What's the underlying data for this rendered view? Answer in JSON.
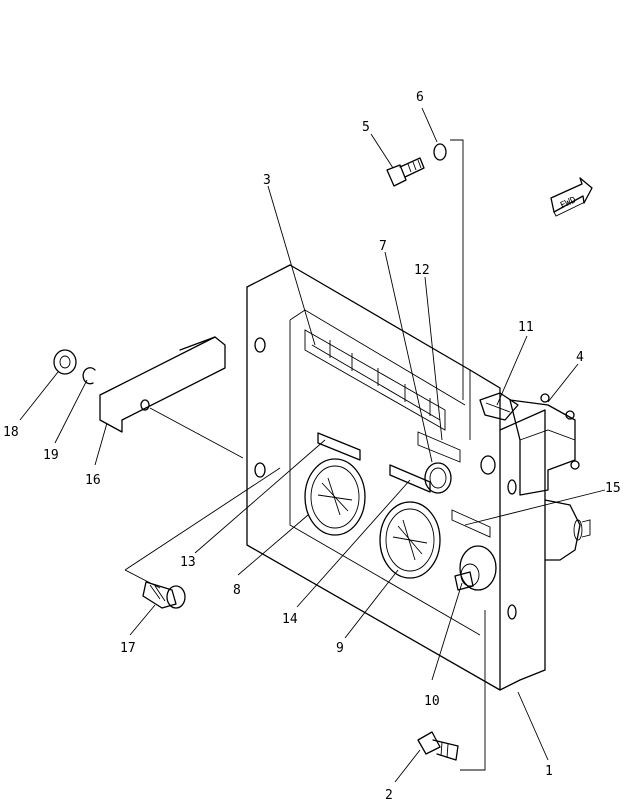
{
  "diagram": {
    "direction_tag": "FWD",
    "callouts": [
      {
        "id": "c1",
        "text": "1"
      },
      {
        "id": "c2",
        "text": "2"
      },
      {
        "id": "c3",
        "text": "3"
      },
      {
        "id": "c4",
        "text": "4"
      },
      {
        "id": "c5",
        "text": "5"
      },
      {
        "id": "c6",
        "text": "6"
      },
      {
        "id": "c7",
        "text": "7"
      },
      {
        "id": "c8",
        "text": "8"
      },
      {
        "id": "c9",
        "text": "9"
      },
      {
        "id": "c10",
        "text": "10"
      },
      {
        "id": "c11",
        "text": "11"
      },
      {
        "id": "c12",
        "text": "12"
      },
      {
        "id": "c13",
        "text": "13"
      },
      {
        "id": "c14",
        "text": "14"
      },
      {
        "id": "c15",
        "text": "15"
      },
      {
        "id": "c16",
        "text": "16"
      },
      {
        "id": "c17",
        "text": "17"
      },
      {
        "id": "c18",
        "text": "18"
      },
      {
        "id": "c19",
        "text": "19"
      }
    ]
  }
}
